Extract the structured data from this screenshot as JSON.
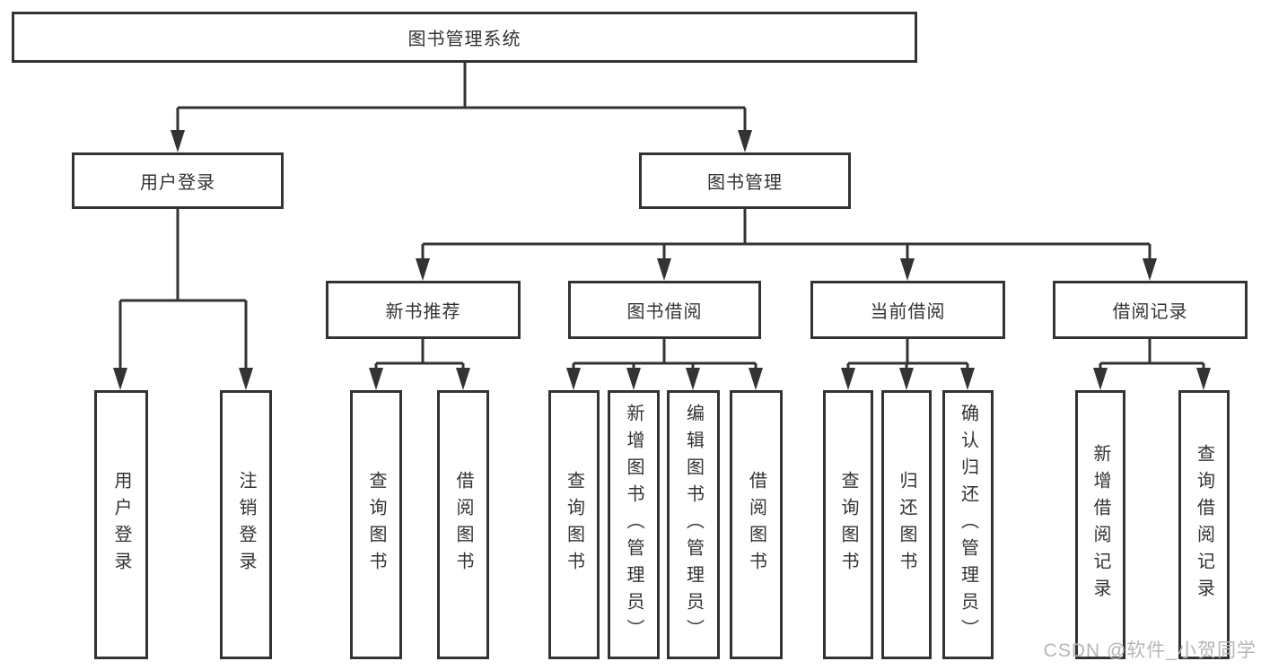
{
  "tree": {
    "root": {
      "label": "图书管理系统"
    },
    "branches": [
      {
        "label": "用户登录",
        "children": [
          {
            "label": "用户登录"
          },
          {
            "label": "注销登录"
          }
        ]
      },
      {
        "label": "图书管理",
        "sections": [
          {
            "label": "新书推荐",
            "children": [
              {
                "label": "查询图书"
              },
              {
                "label": "借阅图书"
              }
            ]
          },
          {
            "label": "图书借阅",
            "children": [
              {
                "label": "查询图书"
              },
              {
                "label": "新增图书（管理员）"
              },
              {
                "label": "编辑图书（管理员）"
              },
              {
                "label": "借阅图书"
              }
            ]
          },
          {
            "label": "当前借阅",
            "children": [
              {
                "label": "查询图书"
              },
              {
                "label": "归还图书"
              },
              {
                "label": "确认归还（管理员）"
              }
            ]
          },
          {
            "label": "借阅记录",
            "children": [
              {
                "label": "新增借阅记录"
              },
              {
                "label": "查询借阅记录"
              }
            ]
          }
        ]
      }
    ]
  },
  "watermark": {
    "text": "CSDN @软件_小贺同学"
  },
  "colors": {
    "line": "#333333",
    "text": "#333333",
    "watermark": "#b6b6b6"
  }
}
